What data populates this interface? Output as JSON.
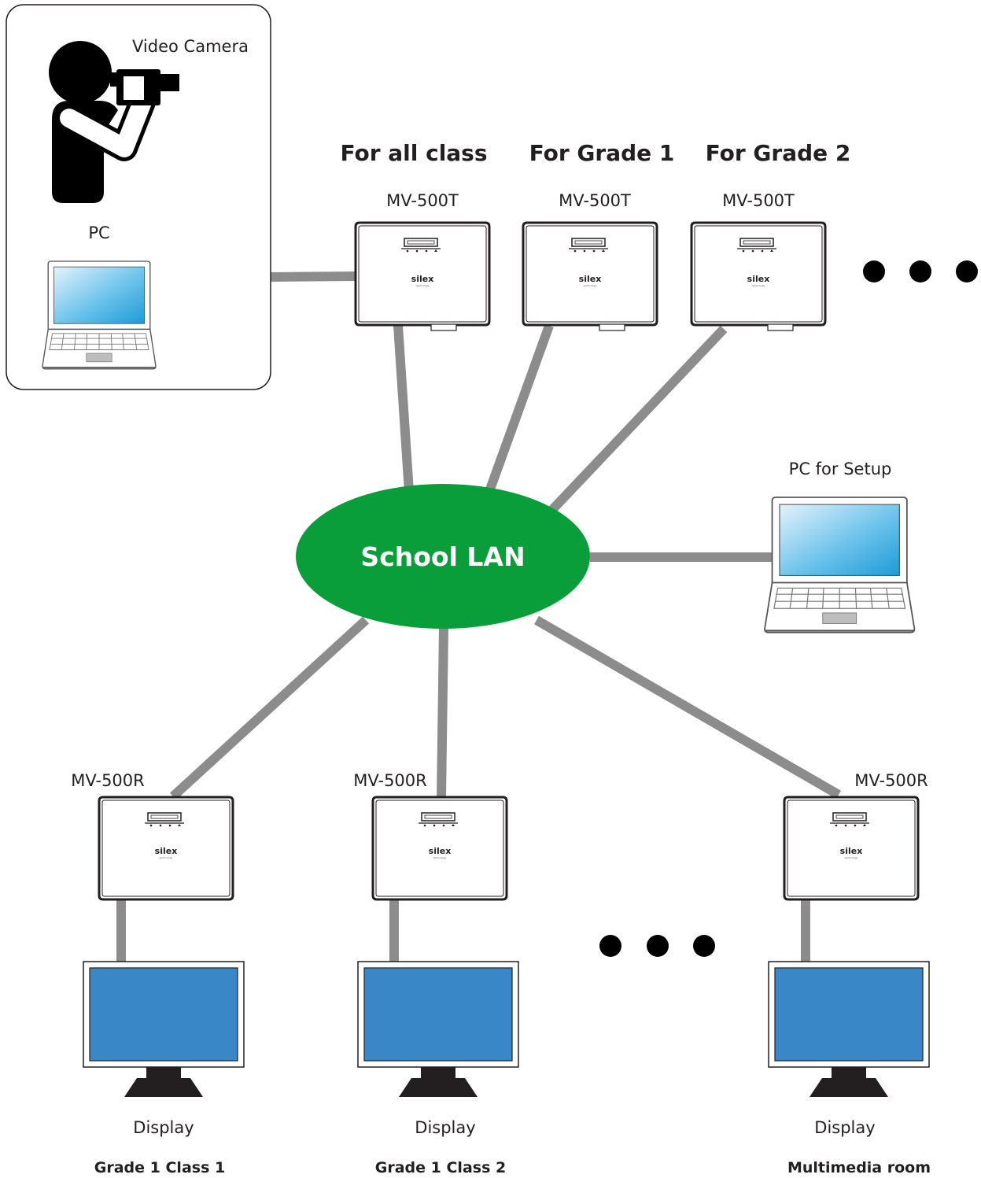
{
  "source_group": {
    "camera_label": "Video Camera",
    "pc_label": "PC"
  },
  "transmitters": {
    "headings": [
      "For all class",
      "For Grade 1",
      "For Grade 2"
    ],
    "model": "MV-500T"
  },
  "receivers": {
    "model": "MV-500R",
    "display_label": "Display",
    "locations": [
      "Grade 1 Class 1",
      "Grade 1 Class 2",
      "Multimedia room"
    ]
  },
  "network": {
    "label": "School LAN"
  },
  "setup_pc": {
    "label": "PC for Setup"
  },
  "device_brand": {
    "name": "silex",
    "tagline": "technology"
  },
  "colors": {
    "lan": "#0a9e3b",
    "cable": "#8c8c8c",
    "display_screen": "#3a87c8",
    "laptop_screen_light": "#e4f3fc",
    "laptop_screen_dark": "#1e9bd7"
  }
}
